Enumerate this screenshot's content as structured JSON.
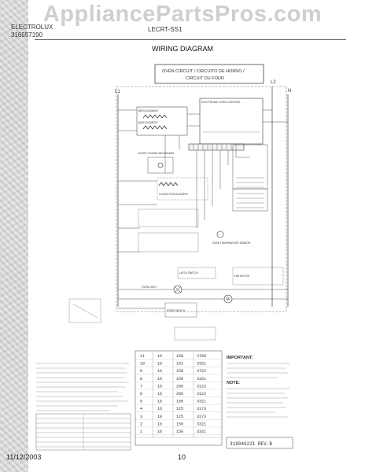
{
  "header": {
    "watermark": "AppliancePartsPros.com",
    "model_code": "ELECTROLUX",
    "part_number": "316557190",
    "publication": "LECRT-SS1"
  },
  "title": "WIRING DIAGRAM",
  "diagram": {
    "circuit_title_1": "OVEN CIRCUIT / CIRCUITO DE HORNO /",
    "circuit_title_2": "CIRCUIT DU FOUR",
    "L1": "L1",
    "L2": "L2",
    "N": "N",
    "components": {
      "broil": "BROIL ELEMENT",
      "bake": "BAKE ELEMENT",
      "control": "ELECTRONIC OVEN CONTROL",
      "lock": "DOOR LOCKING MECHANISM",
      "convection": "CONVECTION ELEMENT",
      "sensor": "OVEN TEMPERATURE SENSOR",
      "latch": "LATCH SWITCH",
      "fan": "FAN MOTOR",
      "light": "OVEN LIGHT",
      "door_switch": "DOOR SWITCH"
    },
    "important": "IMPORTANT:",
    "note": "NOTE:",
    "diagram_code": "318046221  REV.B"
  },
  "table": {
    "rows": [
      [
        "11",
        "16",
        "150",
        "3768"
      ],
      [
        "10",
        "16",
        "152",
        "3321"
      ],
      [
        "9",
        "16",
        "150",
        "3722"
      ],
      [
        "8",
        "16",
        "150",
        "3321"
      ],
      [
        "7",
        "16",
        "206",
        "3122"
      ],
      [
        "6",
        "16",
        "206",
        "3122"
      ],
      [
        "5",
        "16",
        "150",
        "3321"
      ],
      [
        "4",
        "16",
        "125",
        "3173"
      ],
      [
        "3",
        "18",
        "125",
        "3173"
      ],
      [
        "2",
        "16",
        "150",
        "3321"
      ],
      [
        "1",
        "16",
        "150",
        "3321"
      ]
    ]
  },
  "footer": {
    "date": "11/12/2003",
    "page": "10"
  }
}
